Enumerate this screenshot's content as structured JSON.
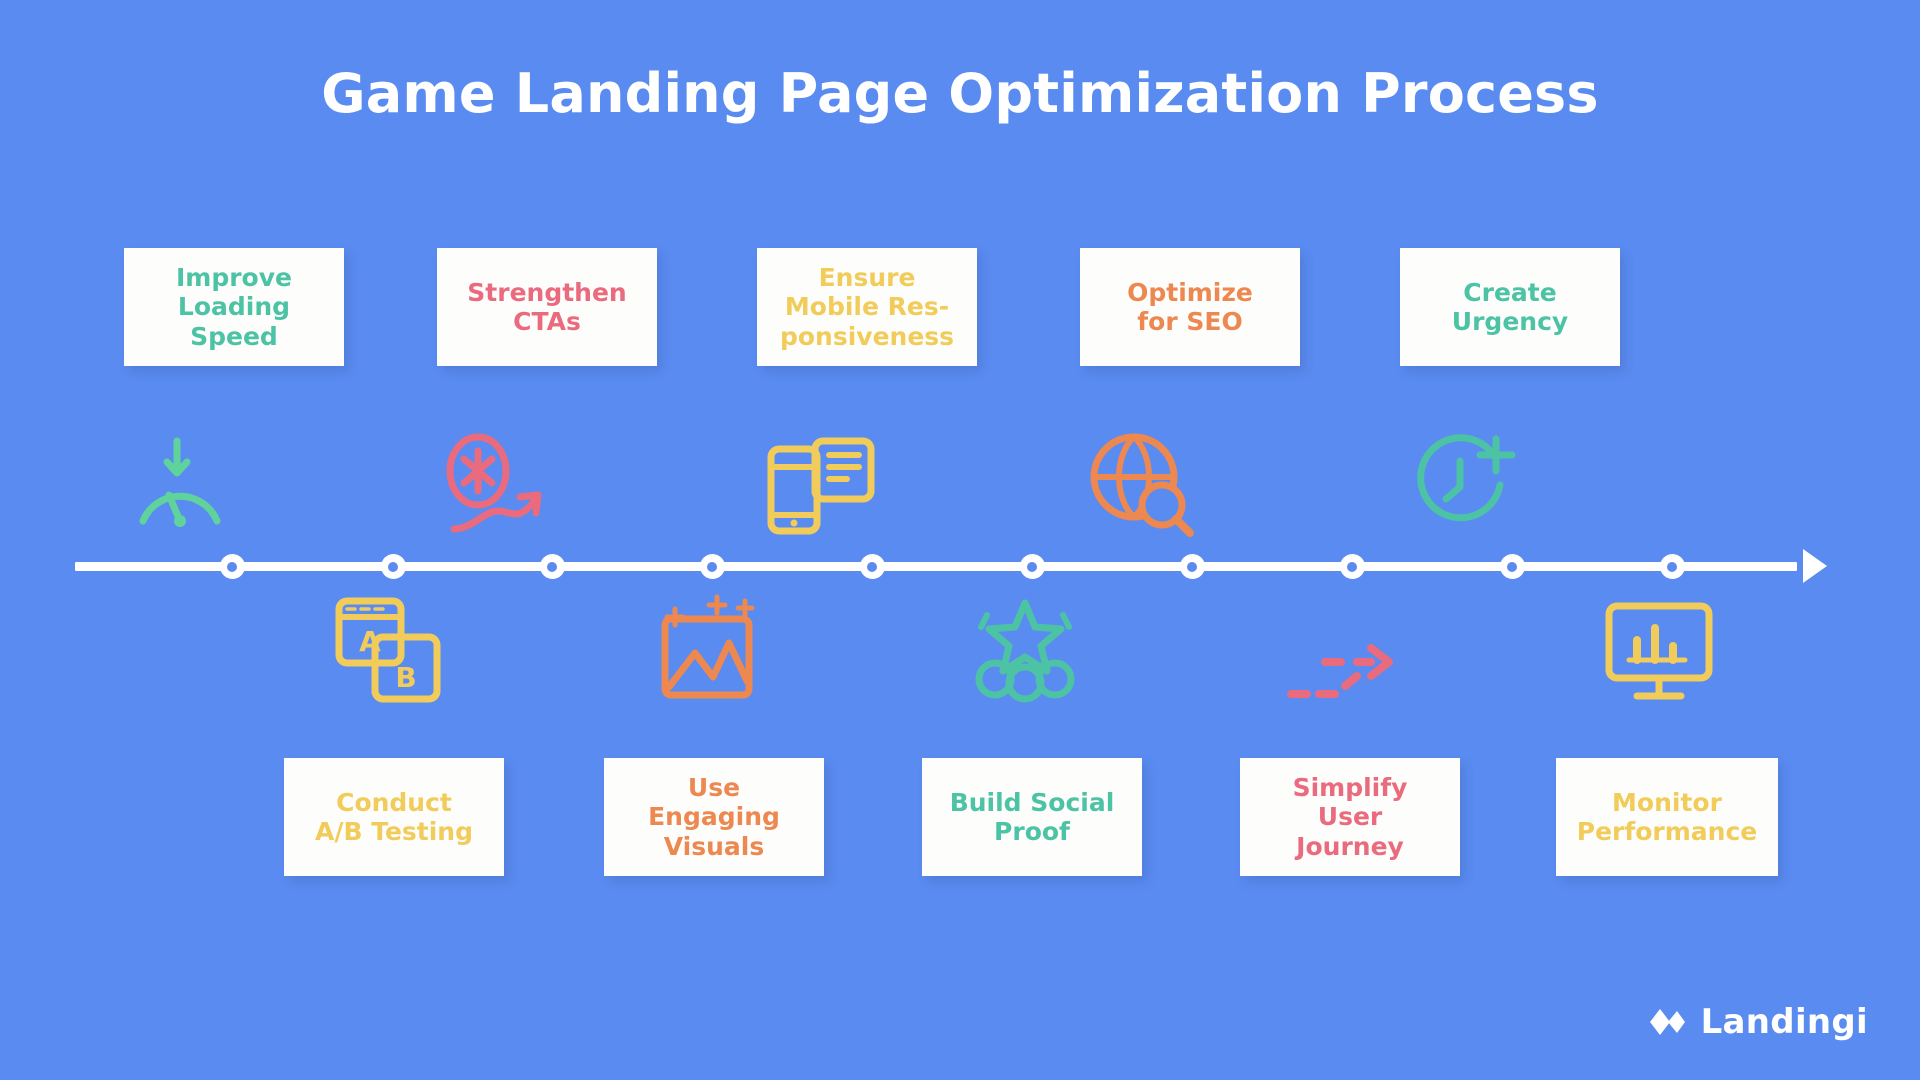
{
  "title": "Game Landing Page Optimization Process",
  "theme": {
    "background": "#5a8bf0",
    "card_background": "#fdfdfb",
    "timeline_color": "#ffffff",
    "teal": "#4cc3a5",
    "pink": "#ea6b7e",
    "yellow": "#f2cc5a",
    "orange": "#ed8850",
    "green": "#5fd39b"
  },
  "timeline": {
    "node_count": 10,
    "arrow_direction": "right"
  },
  "top_steps": [
    {
      "label": "Improve\nLoading\nSpeed",
      "color": "#4cc3a5",
      "icon": "speedometer-icon",
      "icon_color": "#5fd39b"
    },
    {
      "label": "Strengthen\nCTAs",
      "color": "#ea6b7e",
      "icon": "click-growth-icon",
      "icon_color": "#ea6b7e"
    },
    {
      "label": "Ensure\nMobile Res-\nponsiveness",
      "color": "#f2cc5a",
      "icon": "mobile-responsive-icon",
      "icon_color": "#f2cc5a"
    },
    {
      "label": "Optimize\nfor SEO",
      "color": "#ed8850",
      "icon": "globe-search-icon",
      "icon_color": "#ed8850"
    },
    {
      "label": "Create\nUrgency",
      "color": "#4cc3a5",
      "icon": "clock-plus-icon",
      "icon_color": "#4cc3a5"
    }
  ],
  "bottom_steps": [
    {
      "label": "Conduct\nA/B Testing",
      "color": "#f2cc5a",
      "icon": "ab-testing-icon",
      "icon_color": "#f2cc5a"
    },
    {
      "label": "Use\nEngaging\nVisuals",
      "color": "#ed8850",
      "icon": "image-sparkle-icon",
      "icon_color": "#ed8850"
    },
    {
      "label": "Build Social\nProof",
      "color": "#4cc3a5",
      "icon": "star-review-icon",
      "icon_color": "#4cc3a5"
    },
    {
      "label": "Simplify\nUser\nJourney",
      "color": "#ea6b7e",
      "icon": "dashed-path-arrow-icon",
      "icon_color": "#ea6b7e"
    },
    {
      "label": "Monitor\nPerformance",
      "color": "#f2cc5a",
      "icon": "monitor-chart-icon",
      "icon_color": "#f2cc5a"
    }
  ],
  "logo": {
    "text": "Landingi",
    "mark": "landingi-diamond-icon"
  }
}
